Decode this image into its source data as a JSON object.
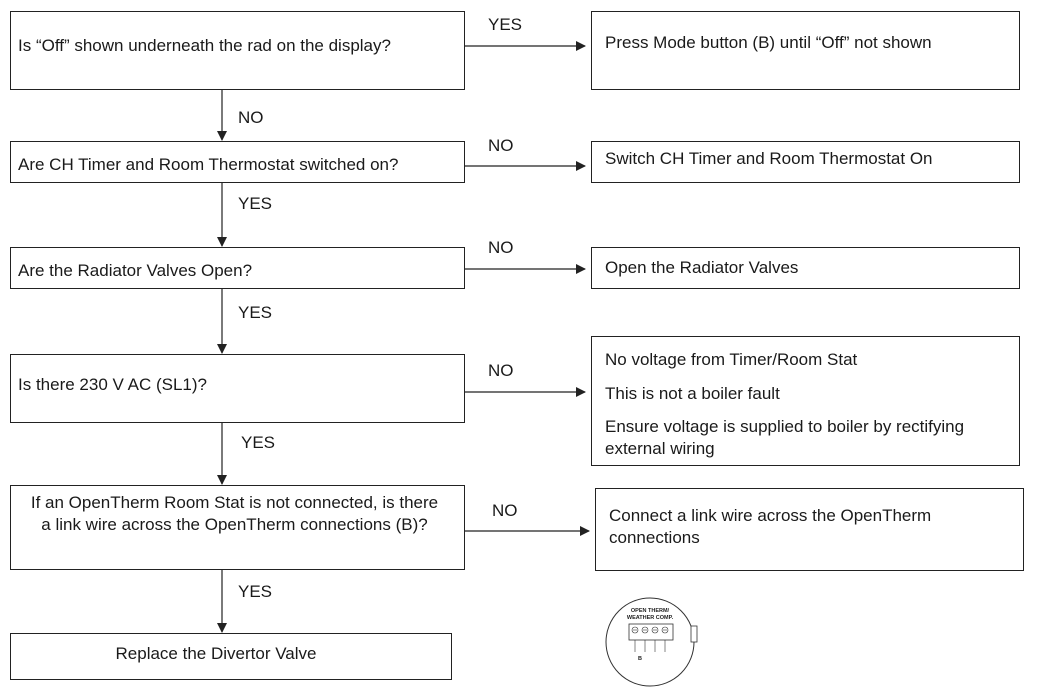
{
  "questions": {
    "q1": "Is “Off” shown underneath the rad on the display?",
    "q2": "Are CH Timer and Room Thermostat switched on?",
    "q3": "Are the Radiator Valves Open?",
    "q4": "Is there 230 V AC (SL1)?",
    "q5": "If an OpenTherm Room Stat is not connected, is there a link wire across the OpenTherm connections (B)?"
  },
  "actions": {
    "a1": "Press Mode button (B) until “Off” not shown",
    "a2": "Switch CH Timer and Room Thermostat On",
    "a3": "Open the Radiator Valves",
    "a4_line1": "No voltage from Timer/Room Stat",
    "a4_line2": "This is not a boiler fault",
    "a4_line3": "Ensure voltage is supplied to boiler by rectifying external wiring",
    "a5": "Connect a link wire across the OpenTherm connections",
    "final": "Replace the Divertor Valve"
  },
  "labels": {
    "yes": "YES",
    "no": "NO"
  },
  "connector_diagram": {
    "title_line1": "OPEN THERM/",
    "title_line2": "WEATHER COMP.",
    "marker": "B"
  }
}
